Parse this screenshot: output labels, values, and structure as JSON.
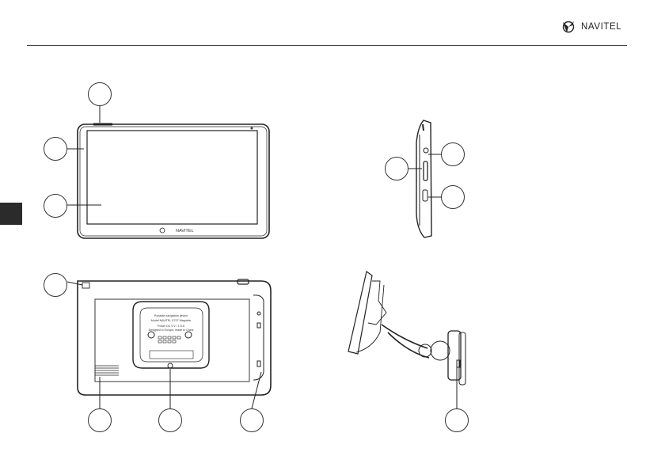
{
  "brand": {
    "name": "NAVITEL",
    "icon": "navitel-logo-icon"
  },
  "front_view": {
    "logo_text": "NAVITEL"
  },
  "back_label": {
    "line1": "Portable navigation device",
    "line2": "Model NAVITEL E707 Magnetic",
    "line3": "Power DC 5 V / 1.5 A",
    "line4": "Designed in Europe, made in China"
  },
  "colors": {
    "line": "#222222",
    "tab": "#2b2b2b"
  }
}
